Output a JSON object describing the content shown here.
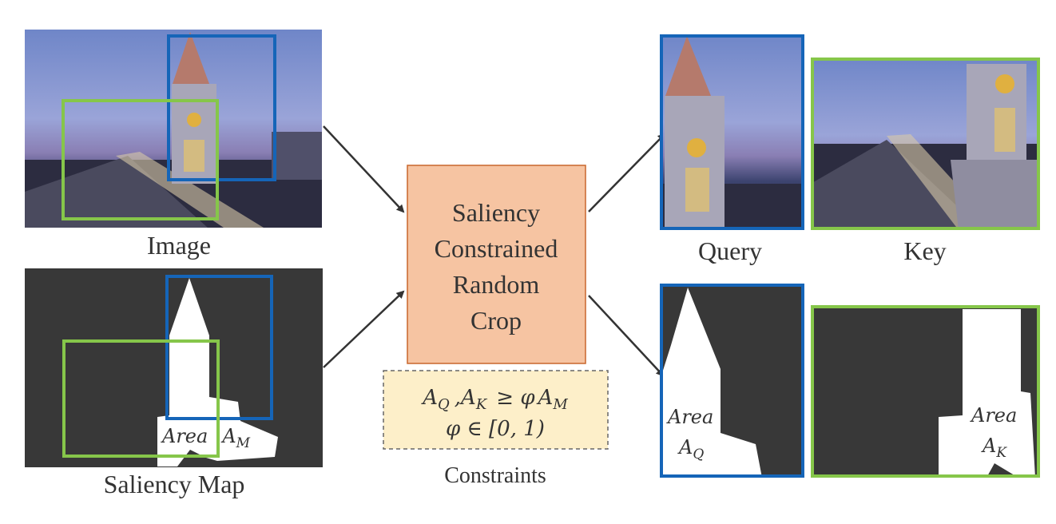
{
  "labels": {
    "image": "Image",
    "saliency_map": "Saliency Map",
    "query": "Query",
    "key": "Key",
    "constraints": "Constraints"
  },
  "process_box": {
    "lines": [
      "Saliency",
      "Constrained",
      "Random",
      "Crop"
    ]
  },
  "area_labels": {
    "area_word": "Area",
    "A": "A",
    "M": "M",
    "Q": "Q",
    "K": "K"
  },
  "constraint": {
    "A": "A",
    "Q": "Q",
    "K": "K",
    "M": "M",
    "comma": ",",
    "geq_phi": "≥ φ",
    "line2": "φ ∈ [0, 1)"
  },
  "colors": {
    "query_box": "#1565b8",
    "key_box": "#86c64a",
    "process_fill": "#f6c4a2",
    "process_border": "#c9672d",
    "constraint_fill": "#fdefc9",
    "mask_bg": "#383838"
  }
}
